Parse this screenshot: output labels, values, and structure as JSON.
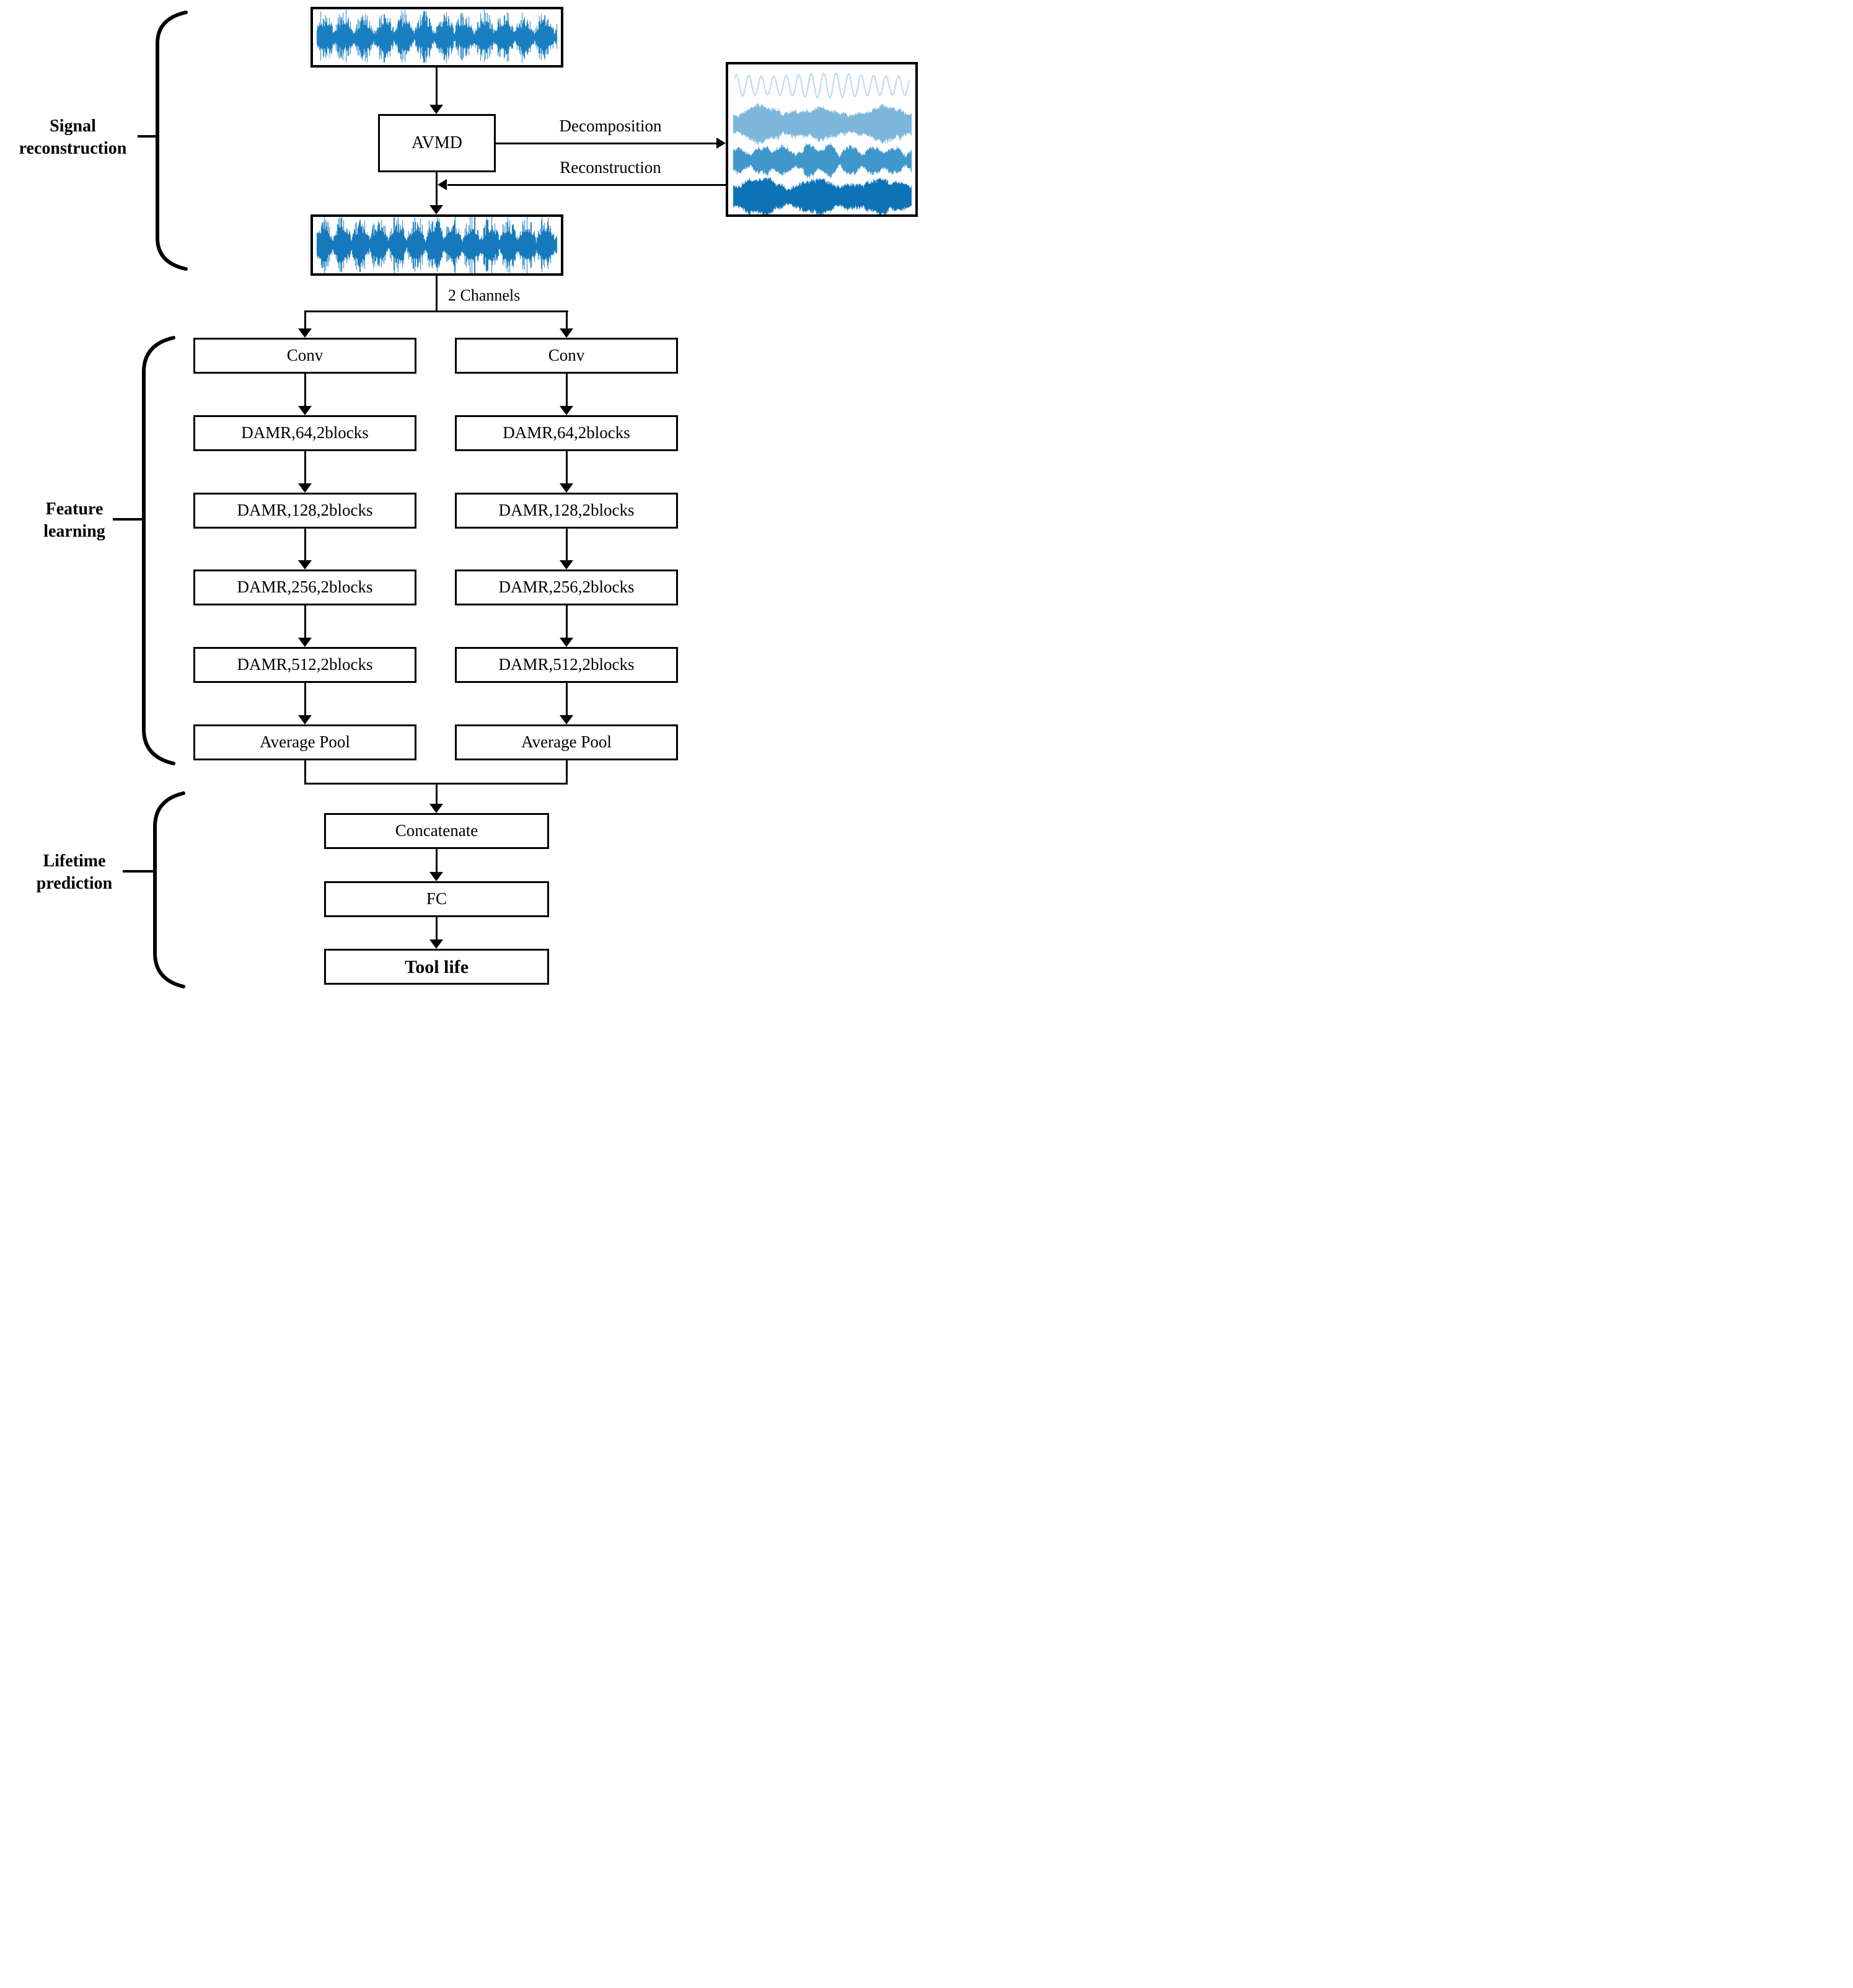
{
  "stages": {
    "signal_reconstruction": {
      "line1": "Signal",
      "line2": "reconstruction"
    },
    "feature_learning": {
      "line1": "Feature",
      "line2": "learning"
    },
    "lifetime_prediction": {
      "line1": "Lifetime",
      "line2": "prediction"
    }
  },
  "nodes": {
    "avmd": "AVMD",
    "channels_label": "2 Channels",
    "concatenate": "Concatenate",
    "fc": "FC",
    "tool_life": "Tool life"
  },
  "edges": {
    "decomposition": "Decomposition",
    "reconstruction": "Reconstruction"
  },
  "branches": [
    {
      "id": "left",
      "blocks": [
        "Conv",
        "DAMR,64,2blocks",
        "DAMR,128,2blocks",
        "DAMR,256,2blocks",
        "DAMR,512,2blocks",
        "Average Pool"
      ]
    },
    {
      "id": "right",
      "blocks": [
        "Conv",
        "DAMR,64,2blocks",
        "DAMR,128,2blocks",
        "DAMR,256,2blocks",
        "DAMR,512,2blocks",
        "Average Pool"
      ]
    }
  ],
  "signals": {
    "raw": {
      "name": "raw-vibration-signal",
      "color": "#1a7fc0",
      "bursts": 12
    },
    "reconstructed": {
      "name": "reconstructed-signal",
      "color": "#1579bb",
      "bursts": 13
    },
    "imf_modes": [
      {
        "name": "imf-mode-1",
        "style": "sine",
        "color": "#a9cde8"
      },
      {
        "name": "imf-mode-2",
        "style": "band",
        "color": "#7cb6da"
      },
      {
        "name": "imf-mode-3",
        "style": "band-modulated",
        "color": "#3f97cb"
      },
      {
        "name": "imf-mode-4",
        "style": "band",
        "color": "#0e72b6"
      }
    ]
  },
  "colors": {
    "line": "#000000",
    "box_background": "#ffffff",
    "accent_blue": "#1579bb"
  }
}
